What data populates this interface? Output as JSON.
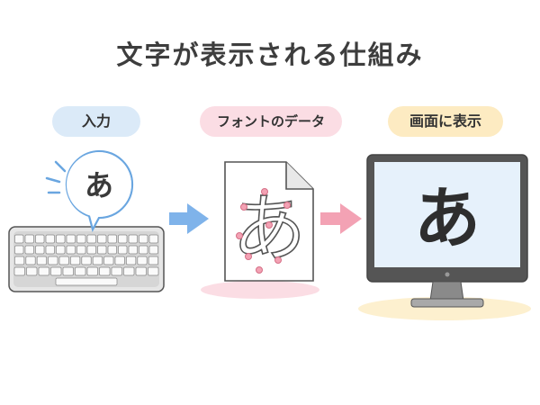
{
  "title": "文字が表示される仕組み",
  "steps": [
    {
      "label": "入力",
      "color": "#dbeaf8"
    },
    {
      "label": "フォントのデータ",
      "color": "#fbdde4"
    },
    {
      "label": "画面に表示",
      "color": "#fdebc2"
    }
  ],
  "glyph": "あ",
  "colors": {
    "arrow_blue": "#7fb3ea",
    "arrow_pink": "#f3a2b4",
    "outline": "#555555"
  },
  "icons": [
    "keyboard-icon",
    "document-icon",
    "monitor-icon",
    "arrow-right-icon"
  ]
}
